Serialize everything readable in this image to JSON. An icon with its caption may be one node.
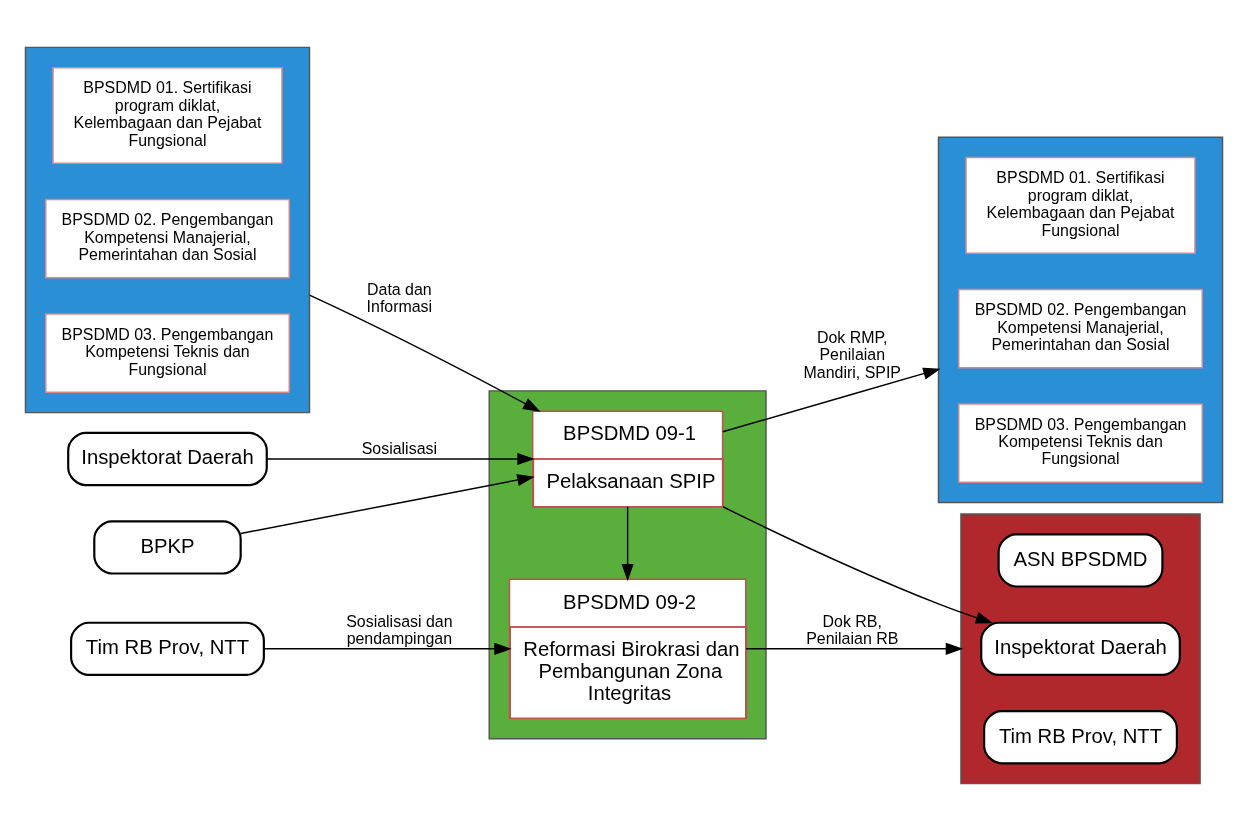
{
  "diagram": {
    "nodes": [
      {
        "text": [],
        "shape": "box"
      },
      {
        "text": [
          "BPSDMD 01. Sertifikasi program diklat, Kelembagaan dan Pejabat Fungsional"
        ],
        "in": 0
      },
      {
        "text": [
          "BPSDMD 02. Pengembangan Kompetensi Manajerial, Pemerintahan dan Sosial"
        ],
        "in": 0
      },
      {
        "text": [
          "BPSDMD 03. Pengembangan Kompetensi Teknis dan Fungsional"
        ],
        "in": 0
      },
      {
        "text": [
          "Inspektorat Daerah"
        ]
      },
      {
        "text": [
          "BPKP"
        ]
      },
      {
        "text": [
          "Tim RB Prov, NTT"
        ]
      },
      {
        "text": [],
        "shape": "box"
      },
      {
        "text": [
          "BPSDMD 09-1",
          "Pelaksanaan SPIP"
        ],
        "in": 7
      },
      {
        "text": [
          "BPSDMD 09-2",
          "Reformasi Birokrasi dan Pembangunan Zona Integritas"
        ],
        "in": 7
      },
      {
        "text": [],
        "shape": "box"
      },
      {
        "text": [
          "BPSDMD 01. Sertifikasi program diklat, Kelembagaan dan Pejabat Fungsional"
        ],
        "in": 10
      },
      {
        "text": [
          "BPSDMD 02. Pengembangan Kompetensi Manajerial, Pemerintahan dan Sosial"
        ],
        "in": 10
      },
      {
        "text": [
          "BPSDMD 03. Pengembangan Kompetensi Teknis dan Fungsional"
        ],
        "in": 10
      },
      {
        "text": [],
        "shape": "box"
      },
      {
        "text": [
          "ASN BPSDMD"
        ],
        "in": 14
      },
      {
        "text": [
          "Inspektorat Daerah"
        ],
        "in": 14
      },
      {
        "text": [
          "Tim RB Prov, NTT"
        ],
        "in": 14
      }
    ],
    "edges": [
      {
        "from": 0,
        "to": 8,
        "arrow": "to",
        "label": "Data dan Informasi"
      },
      {
        "from": 4,
        "to": 8,
        "arrow": "to",
        "label": "Sosialisasi"
      },
      {
        "from": 5,
        "to": 8,
        "arrow": "to"
      },
      {
        "from": 6,
        "to": 9,
        "arrow": "to",
        "label": "Sosialisasi dan pendampingan"
      },
      {
        "from": 8,
        "to": 9,
        "arrow": "to"
      },
      {
        "from": 8,
        "to": 10,
        "arrow": "to",
        "label": "Dok RMP, Penilaian Mandiri, SPIP"
      },
      {
        "from": 8,
        "to": 16,
        "arrow": "to"
      },
      {
        "from": 9,
        "to": 14,
        "arrow": "to",
        "label": "Dok RB, Penilaian RB"
      }
    ]
  }
}
